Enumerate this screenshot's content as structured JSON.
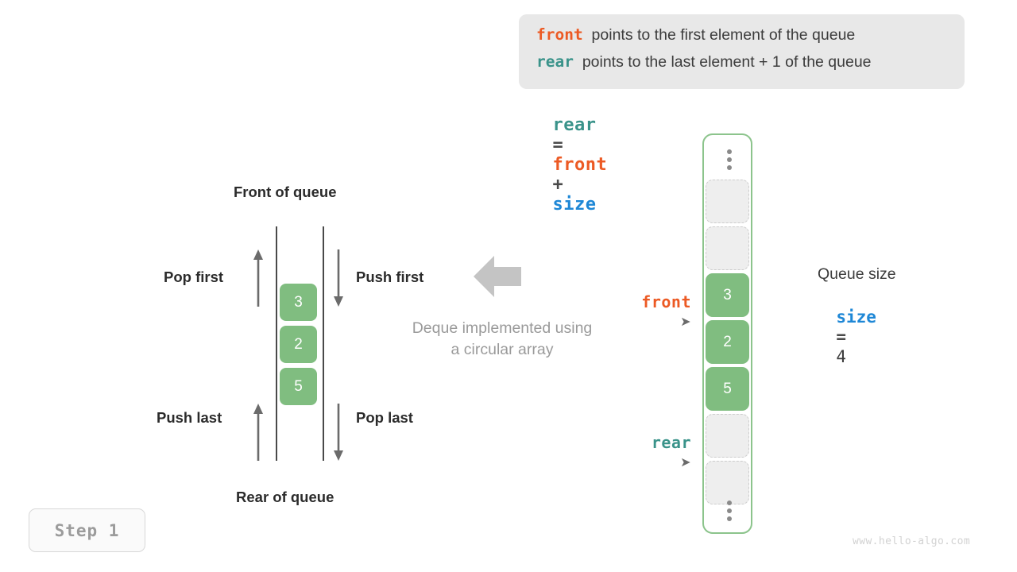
{
  "legend": {
    "lines": [
      {
        "term": "front",
        "term_color": "#ec5a24",
        "text": "points to the first element of the queue"
      },
      {
        "term": "rear",
        "term_color": "#3a938a",
        "text": "points to the last element + 1 of the queue"
      }
    ]
  },
  "formula": {
    "lhs": "rear",
    "eq": "=",
    "rhs1": "front",
    "plus": "+",
    "rhs2": "size"
  },
  "deque": {
    "top_label": "Front of queue",
    "bottom_label": "Rear of queue",
    "operations": {
      "pop_first": "Pop first",
      "push_first": "Push first",
      "push_last": "Push last",
      "pop_last": "Pop last"
    },
    "cells": [
      "3",
      "2",
      "5"
    ],
    "caption_line1": "Deque implemented using",
    "caption_line2": "a circular array"
  },
  "array": {
    "slots": [
      {
        "value": "",
        "state": "empty"
      },
      {
        "value": "",
        "state": "empty"
      },
      {
        "value": "3",
        "state": "filled"
      },
      {
        "value": "2",
        "state": "filled"
      },
      {
        "value": "5",
        "state": "filled"
      },
      {
        "value": "",
        "state": "empty"
      },
      {
        "value": "",
        "state": "empty"
      }
    ],
    "pointers": {
      "front": {
        "label": "front",
        "glyph": "➤",
        "slot_index": 2
      },
      "rear": {
        "label": "rear",
        "glyph": "➤",
        "slot_index": 5
      }
    },
    "ellipsis_glyph": "vertical-ellipsis"
  },
  "queue_size": {
    "title": "Queue size",
    "var": "size",
    "eq": "=",
    "value": "4"
  },
  "step": {
    "label": "Step  1"
  },
  "watermark": {
    "text": "www.hello-algo.com"
  },
  "colors": {
    "front": "#ec5a24",
    "rear": "#3a938a",
    "size": "#1e87d6",
    "cell_fill": "#80bd80",
    "frame": "#8cc48c",
    "empty_fill": "#eeeeee",
    "muted": "#9a9a9a"
  }
}
